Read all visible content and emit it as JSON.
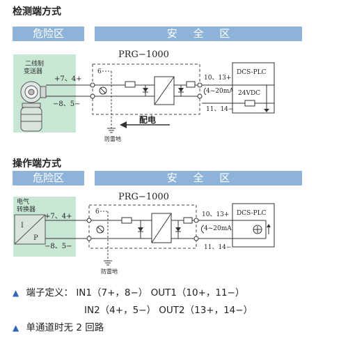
{
  "section1": {
    "title": "检测端方式",
    "hazard_label": "危险区",
    "safe_label": "安 全 区",
    "model": "PRG−1000",
    "field_device": "二线制\n变送器",
    "left_top_terminals": "+7、4+",
    "left_bottom_terminals": "−8、5−",
    "terminal_6": "6",
    "right_top_terminals": "10、13+",
    "current_range": "4~20mA",
    "right_bottom_terminals": "11、14−",
    "dcs_label": "DCS-PLC",
    "supply_label": "24VDC",
    "power_label": "配电",
    "ground_label": "防雷地"
  },
  "section2": {
    "title": "操作端方式",
    "hazard_label": "危险区",
    "safe_label": "安 全 区",
    "model": "PRG−1000",
    "field_device": "电气\n转换器",
    "converter_I": "I",
    "converter_P": "P",
    "left_top_terminals": "+7、4+",
    "left_bottom_terminals": "−8、5−",
    "terminal_6": "6",
    "right_top_terminals": "10、13+",
    "current_range": "4~20mA",
    "right_bottom_terminals": "11、14−",
    "dcs_label": "DCS-PLC",
    "ground_label": "防雷地"
  },
  "notes": {
    "line1_label": "端子定义：",
    "line1_text": "IN1（7+，8−）  OUT1（10+，11−）",
    "line2_text": "IN2（4+，5−）  OUT2（13+，14−）",
    "line3_text": "单通道时无 2 回路"
  },
  "colors": {
    "band": "#8eb3d8",
    "hazard_panel": "#c8e6d4",
    "triangle": "#2e66b5"
  }
}
